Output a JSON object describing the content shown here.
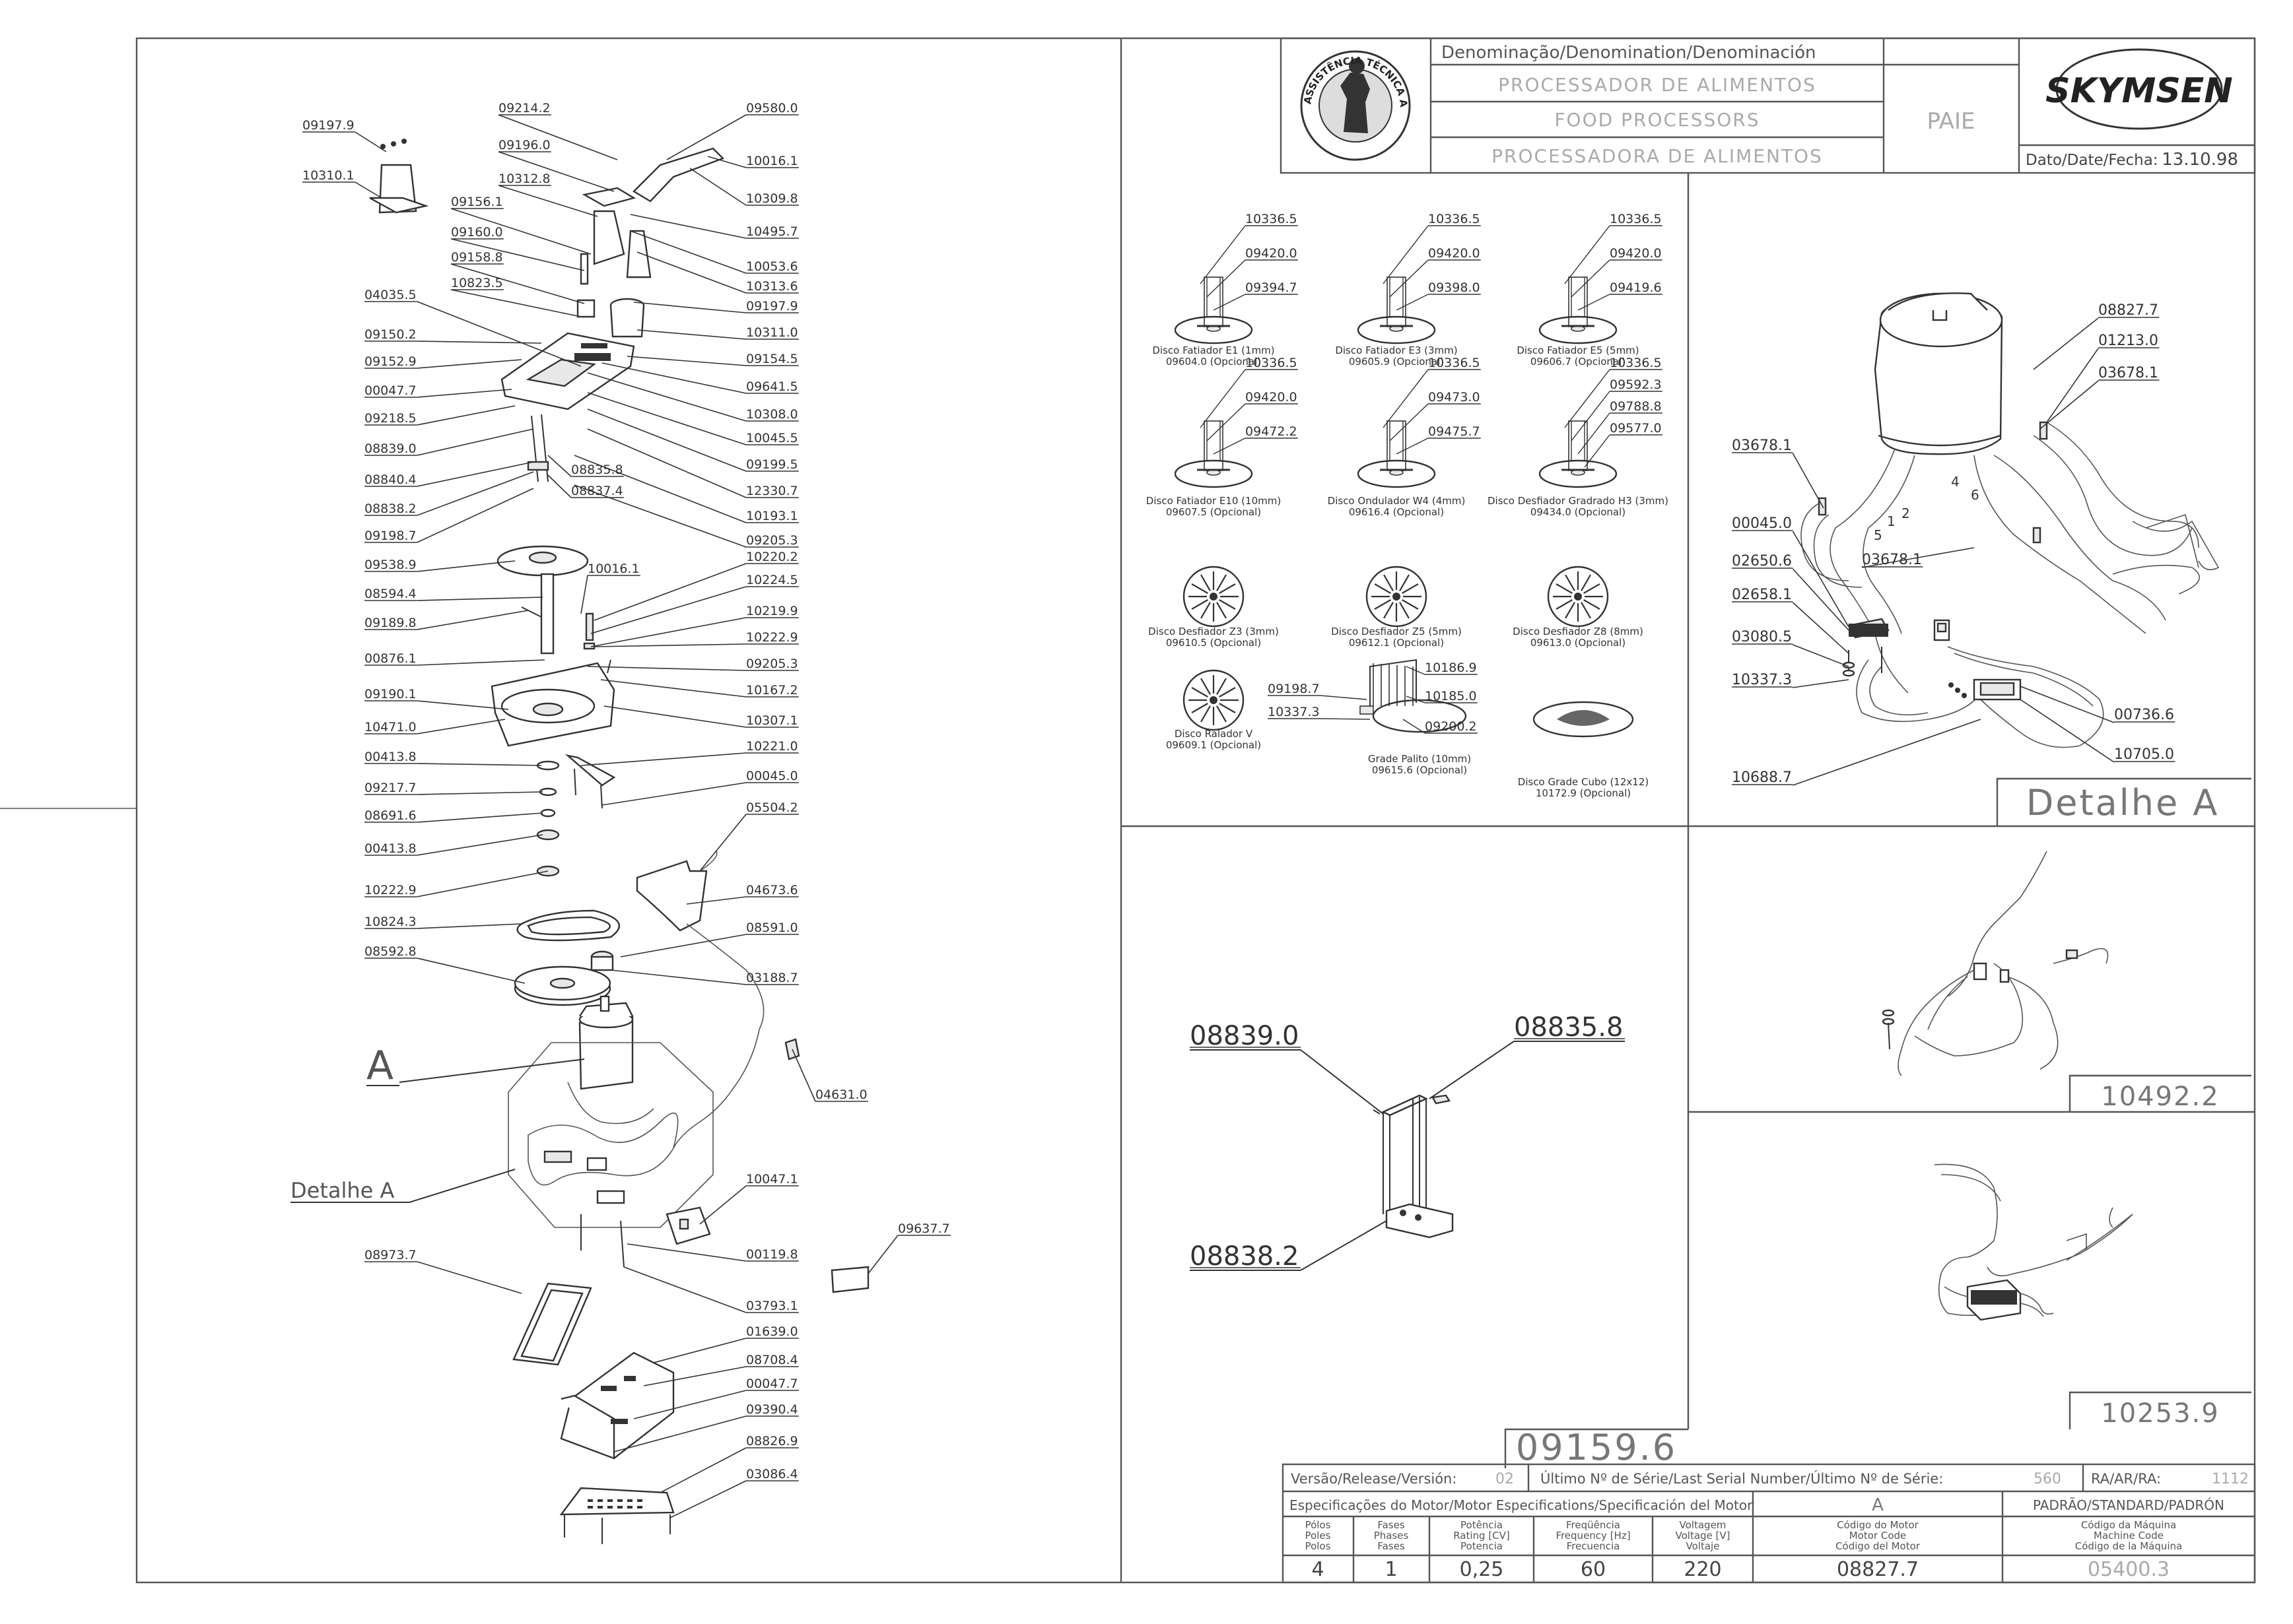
{
  "header": {
    "denomination_label": "Denominação/Denomination/Denominación",
    "product_pt": "PROCESSADOR DE ALIMENTOS",
    "product_en": "FOOD PROCESSORS",
    "product_es": "PROCESSADORA DE ALIMENTOS",
    "model": "PAIE",
    "brand": "SKYMSEN",
    "date_label": "Dato/Date/Fecha:",
    "date_value": "13.10.98",
    "seal_text": "ASSISTÊNCIA TÉCNICA AUTORIZADA"
  },
  "main_diagram": {
    "callouts_left": [
      "09197.9",
      "10310.1",
      "04035.5",
      "09150.2",
      "09152.9",
      "00047.7",
      "09218.5",
      "08839.0",
      "08840.4",
      "08838.2",
      "09198.7",
      "09538.9",
      "08594.4",
      "09189.8",
      "00876.1",
      "09190.1",
      "10471.0",
      "00413.8",
      "09217.7",
      "08691.6",
      "00413.8",
      "10222.9",
      "10824.3",
      "08592.8",
      "08973.7"
    ],
    "callouts_right": [
      "09214.2",
      "09196.0",
      "10312.8",
      "09156.1",
      "09160.0",
      "09158.8",
      "10823.5",
      "09580.0",
      "10016.1",
      "10309.8",
      "10495.7",
      "10053.6",
      "10313.6",
      "09197.9",
      "10311.0",
      "09154.5",
      "09641.5",
      "10308.0",
      "10045.5",
      "09199.5",
      "12330.7",
      "10193.1",
      "09205.3",
      "08835.8",
      "08837.4",
      "10016.1",
      "10220.2",
      "10224.5",
      "10219.9",
      "10222.9",
      "09205.3",
      "10167.2",
      "10307.1",
      "10221.0",
      "00045.0",
      "05504.2",
      "04673.6",
      "08591.0",
      "03188.7",
      "04631.0",
      "10047.1",
      "00119.8",
      "03793.1",
      "09637.7",
      "01639.0",
      "08708.4",
      "00047.7",
      "09390.4",
      "08826.9",
      "03086.4"
    ],
    "detail_letter": "A",
    "detail_label": "Detalhe A"
  },
  "discs": [
    {
      "codes": [
        "10336.5",
        "09420.0",
        "09394.7"
      ],
      "name": "Disco Fatiador E1 (1mm)",
      "code": "09604.0 (Opcional)"
    },
    {
      "codes": [
        "10336.5",
        "09420.0",
        "09398.0"
      ],
      "name": "Disco Fatiador E3 (3mm)",
      "code": "09605.9 (Opcional)"
    },
    {
      "codes": [
        "10336.5",
        "09420.0",
        "09419.6"
      ],
      "name": "Disco Fatiador E5 (5mm)",
      "code": "09606.7 (Opcional)"
    },
    {
      "codes": [
        "10336.5",
        "09420.0",
        "09472.2"
      ],
      "name": "Disco Fatiador E10 (10mm)",
      "code": "09607.5 (Opcional)"
    },
    {
      "codes": [
        "10336.5",
        "09473.0",
        "09475.7"
      ],
      "name": "Disco Ondulador W4 (4mm)",
      "code": "09616.4 (Opcional)"
    },
    {
      "codes": [
        "10336.5",
        "09592.3",
        "09788.8",
        "09577.0"
      ],
      "name": "Disco Desfiador Gradrado H3 (3mm)",
      "code": "09434.0 (Opcional)"
    },
    {
      "codes": [],
      "name": "Disco Desfiador Z3 (3mm)",
      "code": "09610.5 (Opcional)"
    },
    {
      "codes": [],
      "name": "Disco Desfiador Z5 (5mm)",
      "code": "09612.1 (Opcional)"
    },
    {
      "codes": [],
      "name": "Disco Desfiador Z8 (8mm)",
      "code": "09613.0 (Opcional)"
    },
    {
      "codes": [],
      "name": "Disco Ralador  V",
      "code": "09609.1 (Opcional)"
    },
    {
      "codes": [
        "09198.7",
        "10337.3",
        "10186.9",
        "10185.0",
        "09200.2"
      ],
      "name": "Grade Palito (10mm)",
      "code": "09615.6 (Opcional)"
    },
    {
      "codes": [],
      "name": "Disco Grade Cubo (12x12)",
      "code": "10172.9 (Opcional)"
    }
  ],
  "detail_a": {
    "title": "Detalhe  A",
    "callouts": [
      "08827.7",
      "01213.0",
      "03678.1",
      "03678.1",
      "00045.0",
      "03678.1",
      "02650.6",
      "02658.1",
      "03080.5",
      "10337.3",
      "00736.6",
      "10705.0",
      "10688.7"
    ],
    "wire_numbers": [
      "1",
      "2",
      "4",
      "5",
      "6"
    ]
  },
  "assembly_09159": {
    "number": "09159.6",
    "callouts": [
      "08839.0",
      "08835.8",
      "08838.2"
    ]
  },
  "harness_10492": {
    "number": "10492.2"
  },
  "board_10253": {
    "number": "10253.9"
  },
  "spec_table": {
    "version_label": "Versão/Release/Versión:",
    "version_value": "02",
    "serial_label": "Último Nº de Série/Last Serial Number/Último Nº de Série:",
    "serial_value": "560",
    "ra_label": "RA/AR/RA:",
    "ra_value": "1112",
    "motor_spec_label": "Especificações do Motor/Motor Especifications/Specificación del Motor",
    "motor_letter": "A",
    "standard_label": "PADRÃO/STANDARD/PADRÓN",
    "columns": [
      [
        "Pólos",
        "Poles",
        "Polos"
      ],
      [
        "Fases",
        "Phases",
        "Fases"
      ],
      [
        "Potência",
        "Rating [CV]",
        "Potencia"
      ],
      [
        "Freqüência",
        "Frequency [Hz]",
        "Frecuencia"
      ],
      [
        "Voltagem",
        "Voltage [V]",
        "Voltaje"
      ],
      [
        "Código do Motor",
        "Motor Code",
        "Código del Motor"
      ],
      [
        "Código da Máquina",
        "Machine Code",
        "Código de la Máquina"
      ]
    ],
    "values": [
      "4",
      "1",
      "0,25",
      "60",
      "220",
      "08827.7",
      "05400.3"
    ]
  },
  "colors": {
    "line": "#333333",
    "frame": "#555555",
    "muted_text": "#aaaaaa"
  }
}
